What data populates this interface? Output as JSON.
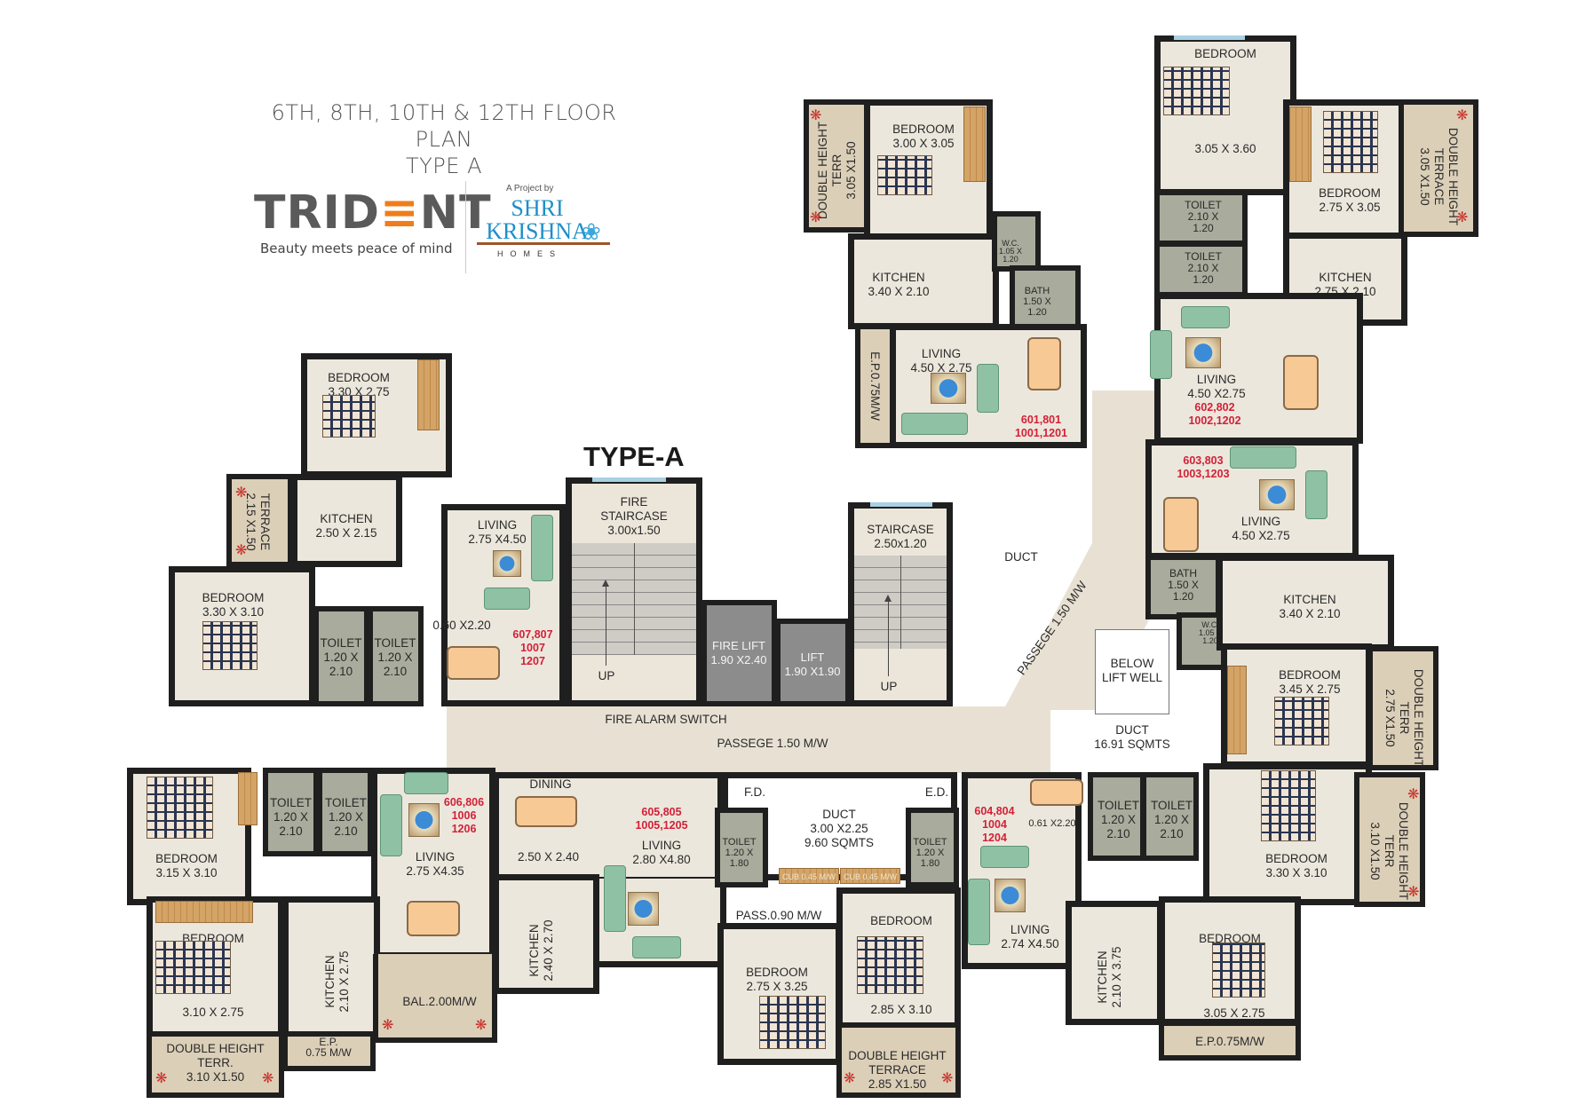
{
  "header": {
    "title_line1": "6TH, 8TH, 10TH & 12TH FLOOR PLAN",
    "title_line2": "TYPE A",
    "plan_type_label": "TYPE-A"
  },
  "logos": {
    "trident": {
      "text_pre": "TRID",
      "text_e": "≡",
      "text_post": "NT",
      "tagline": "Beauty meets peace of mind",
      "accent_color": "#ef7d1a",
      "text_color": "#5a5a5a"
    },
    "shri_krishna": {
      "project_by": "A Project by",
      "name_line1": "SHRI",
      "name_line2": "KRISHNA",
      "homes": "HOMES",
      "color": "#1e8fc8",
      "icon": "lotus-icon"
    }
  },
  "core": {
    "fire_staircase": {
      "label": "FIRE\nSTAIRCASE\n3.00x1.50",
      "up": "UP"
    },
    "staircase": {
      "label": "STAIRCASE\n2.50x1.20",
      "up": "UP"
    },
    "fire_lift": "FIRE LIFT\n1.90 X2.40",
    "lift": "LIFT\n1.90 X1.90",
    "duct_top": "DUCT",
    "fire_alarm": "FIRE ALARM SWITCH",
    "passage_main": "PASSEGE 1.50 M/W",
    "passage_diag": "PASSEGE 1.50 M/W",
    "below_lift_well": "BELOW\nLIFT WELL",
    "duct_large": "DUCT\n16.91 SQMTS",
    "duct_center": "DUCT\n3.00 X2.25\n9.60 SQMTS",
    "fd": "F.D.",
    "ed": "E.D.",
    "cub1": "CUB 0.45 M/W",
    "cub2": "CUB 0.45 M/W",
    "pass_090": "PASS.0.90 M/W"
  },
  "units": {
    "u601": {
      "number": "601,801\n1001,1201",
      "terrace": "DOUBLE HEIGHT\nTERR\n3.05 X1.50",
      "bedroom": "BEDROOM\n3.00 X 3.05",
      "kitchen": "KITCHEN\n3.40 X 2.10",
      "wc": "W.C.\n1.05 X\n1.20",
      "bath": "BATH\n1.50 X\n1.20",
      "ep": "E.P.0.75M/W",
      "living": "LIVING\n4.50 X 2.75"
    },
    "u602": {
      "number": "602,802\n1002,1202",
      "bedroom1": "BEDROOM",
      "bedroom1_size": "3.05 X 3.60",
      "bedroom2": "BEDROOM\n2.75 X 3.05",
      "terrace": "DOUBLE HEIGHT\nTERRACE\n3.05 X1.50",
      "toilet1": "TOILET\n2.10 X\n1.20",
      "toilet2": "TOILET\n2.10 X\n1.20",
      "kitchen": "KITCHEN\n2.75 X 2.10",
      "living": "LIVING\n4.50 X2.75"
    },
    "u603": {
      "number": "603,803\n1003,1203",
      "living": "LIVING\n4.50 X2.75",
      "bath": "BATH\n1.50 X\n1.20",
      "wc": "W.C.\n1.05 X\n1.20",
      "kitchen": "KITCHEN\n3.40 X 2.10",
      "bedroom": "BEDROOM\n3.45 X 2.75",
      "terrace": "DOUBLE HEIGHT\nTERR\n2.75 X1.50"
    },
    "u604": {
      "number": "604,804\n1004\n1204",
      "dining": "0.61 X2.20",
      "toilet1": "TOILET\n1.20 X\n2.10",
      "toilet2": "TOILET\n1.20 X\n2.10",
      "bedroom1": "BEDROOM\n3.30 X 3.10",
      "terrace": "DOUBLE HEIGHT\nTERR\n3.10 X1.50",
      "living": "LIVING\n2.74 X4.50",
      "kitchen": "KITCHEN\n2.10 X 3.75",
      "bedroom2": "BEDROOM",
      "bedroom2_size": "3.05 X 2.75",
      "ep": "E.P.0.75M/W"
    },
    "u605": {
      "number": "605,805\n1005,1205",
      "dining": "DINING",
      "dining_size": "2.50 X 2.40",
      "living": "LIVING\n2.80 X4.80",
      "kitchen": "KITCHEN\n2.40 X 2.70",
      "toilet_left": "TOILET\n1.20 X\n1.80",
      "toilet_right": "TOILET\n1.20 X\n1.80",
      "bedroom1": "BEDROOM\n2.75 X 3.25",
      "bedroom2": "BEDROOM",
      "bedroom2_size": "2.85 X 3.10",
      "terrace": "DOUBLE HEIGHT\nTERRACE\n2.85 X1.50"
    },
    "u606": {
      "number": "606,806\n1006\n1206",
      "bedroom1": "BEDROOM\n3.15 X 3.10",
      "toilet1": "TOILET\n1.20 X\n2.10",
      "toilet2": "TOILET\n1.20 X\n2.10",
      "living": "LIVING\n2.75 X4.35",
      "bedroom2": "BEDROOM",
      "bedroom2_size": "3.10 X 2.75",
      "kitchen": "KITCHEN\n2.10 X 2.75",
      "balcony": "BAL.2.00M/W",
      "terrace": "DOUBLE HEIGHT\nTERR.\n3.10 X1.50",
      "ep": "E.P.\n0.75 M/W"
    },
    "u607": {
      "number": "607,807\n1007\n1207",
      "bedroom1": "BEDROOM\n3.30 X 2.75",
      "terrace": "TERRACE\n2.15 X1.50",
      "kitchen": "KITCHEN\n2.50 X 2.15",
      "living": "LIVING\n2.75 X4.50",
      "bedroom2": "BEDROOM\n3.30 X 3.10",
      "toilet1": "TOILET\n1.20 X\n2.10",
      "toilet2": "TOILET\n1.20 X\n2.10",
      "dining": "0.60 X2.20"
    }
  },
  "colors": {
    "wall": "#1f1f1f",
    "floor": "#ece7dc",
    "wet": "#a9ab9c",
    "terrace": "#dccfb8",
    "lift": "#8c8c8c",
    "unit_number": "#d32038",
    "window": "#a9d0e3"
  }
}
